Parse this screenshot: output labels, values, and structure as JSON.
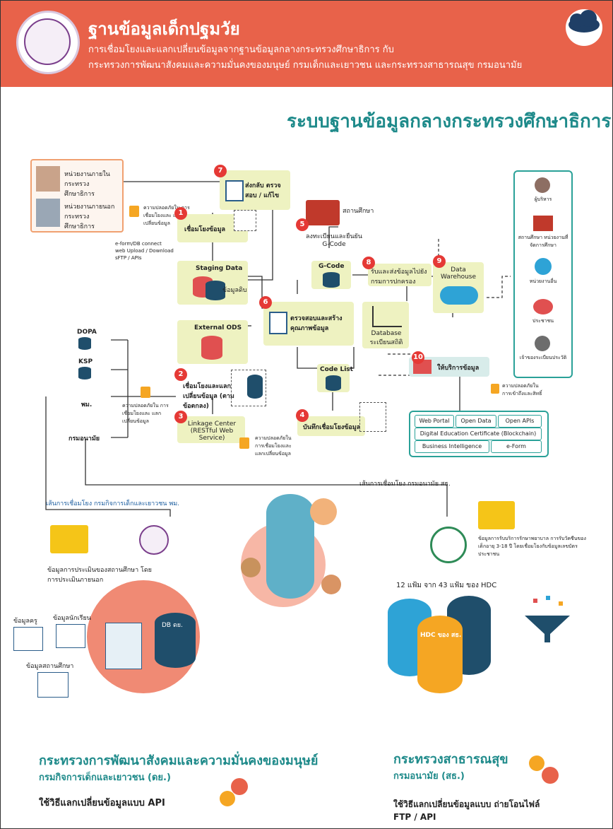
{
  "header": {
    "title": "ฐานข้อมูลเด็กปฐมวัย",
    "subtitle_1": "การเชื่อมโยงและแลกเปลี่ยนข้อมูลจากฐานข้อมูลกลางกระทรวงศึกษาธิการ กับ",
    "subtitle_2": "กระทรวงการพัฒนาสังคมและความมั่นคงของมนุษย์ กรมเด็กและเยาวชน และกระทรวงสาธารณสุข กรมอนามัย"
  },
  "ministry_title": "ระบบฐานข้อมูลกลางกระทรวงศึกษาธิการ",
  "agencies": {
    "internal": "หน่วยงานภายใน กระทรวงศึกษาธิการ",
    "external": "หน่วยงานภายนอก กระทรวงศึกษาธิการ"
  },
  "steps": [
    {
      "num": "1",
      "label": "เชื่อมโยงข้อมูล"
    },
    {
      "num": "2",
      "label": "เชื่อมโยงและแลกเปลี่ยนข้อมูล (ตามข้อตกลง)"
    },
    {
      "num": "3",
      "label": "Linkage Center (RESTful Web Service)"
    },
    {
      "num": "4",
      "label": "บันทึกเชื่อมโยงข้อมูล"
    },
    {
      "num": "5",
      "label": "ลงทะเบียนและยืนยัน G-Code"
    },
    {
      "num": "6",
      "label": "ตรวจสอบและสร้างคุณภาพข้อมูล"
    },
    {
      "num": "7",
      "label": "ส่งกลับ ตรวจสอบ / แก้ไข"
    },
    {
      "num": "8",
      "label": "รับและส่งข้อมูลไปยังกรมการปกครอง"
    },
    {
      "num": "9",
      "label": "Data Warehouse"
    },
    {
      "num": "10",
      "label": "ให้บริการข้อมูล"
    }
  ],
  "connect_notes": [
    "e-form/DB connect",
    "web Upload / Download",
    "sFTP / APIs"
  ],
  "boxes": {
    "staging": "Staging Data",
    "staging_sub": "ข้อมูลดิบ",
    "external_ods": "External ODS",
    "gcode": "G-Code",
    "school": "สถานศึกษา",
    "code_list": "Code List",
    "database": "Database ระเบียนสถิติ"
  },
  "lock_notes": {
    "left": "ความปลอดภัยใน การเชื่อมโยงและ แลกเปลี่ยนข้อมูล",
    "mid": "ความปลอดภัยใน การเชื่อมโยงและ แลกเปลี่ยนข้อมูล",
    "linkage": "ความปลอดภัยใน การเชื่อมโยงและ แลกเปลี่ยนข้อมูล",
    "service": "ความปลอดภัยใน การเข้าถึงและสิทธิ์"
  },
  "sources": [
    "DOPA",
    "KSP",
    "พม.",
    "กรมอนามัย"
  ],
  "users": [
    "ผู้บริหาร",
    "สถานศึกษา หน่วยงานที่จัดการศึกษา",
    "หน่วยงานอื่น",
    "ประชาชน",
    "เจ้าของระเบียนประวัติ"
  ],
  "services": [
    "Web Portal",
    "Open Data",
    "Open APIs",
    "Digital Education Certificate (Blockchain)",
    "Business Intelligence",
    "e-Form"
  ],
  "links": {
    "doh": "เส้นการเชื่อมโยง กรมอนามัย สธ.",
    "dcy": "เส้นการเชื่อมโยง กรมกิจการเด็กและเยาวชน พม."
  },
  "lower": {
    "dcy_folder": "ข้อมูลการประเมินของสถานศึกษา โดยการประเมินภายนอก",
    "tbl_teacher": "ข้อมูลครู",
    "tbl_student": "ข้อมูลนักเรียน",
    "tbl_school": "ข้อมูลสถานศึกษา",
    "db_label": "DB ดย.",
    "doh_folder": "ข้อมูลการรับบริการรักษาพยาบาล การรับวัคซีนของเด็กอายุ 3-18 ปี โดยเชื่อมโยงกับข้อมูลเลขบัตรประชาชน",
    "hdc_note": "12 แฟ้ม จาก 43 แฟ้ม ของ HDC",
    "hdc_label": "HDC ของ สธ."
  },
  "footer": {
    "m_soc_dev": "กระทรวงการพัฒนาสังคมและความมั่นคงของมนุษย์",
    "m_soc_dept": "กรมกิจการเด็กและเยาวชน (ดย.)",
    "m_soc_method": "ใช้วิธีแลกเปลี่ยนข้อมูลแบบ API",
    "m_health": "กระทรวงสาธารณสุข",
    "m_health_dept": "กรมอนามัย (สธ.)",
    "m_health_method_1": "ใช้วิธีแลกเปลี่ยนข้อมูลแบบ ถ่ายโอนไฟล์",
    "m_health_method_2": "FTP / API"
  },
  "colors": {
    "header": "#e8624a",
    "teal": "#1e8a8a",
    "panel": "#eef2c1",
    "step": "#e53935",
    "db_dark": "#1f4e6b",
    "db_blue": "#2ea3d6",
    "db_orange": "#f5a623"
  }
}
